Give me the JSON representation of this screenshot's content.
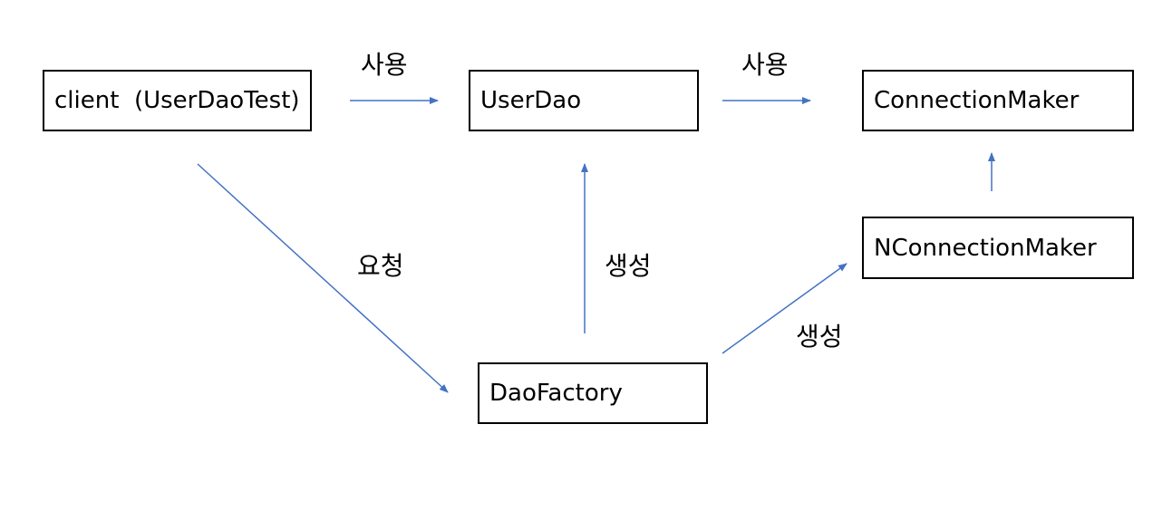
{
  "nodes": {
    "client": "client  (UserDaoTest)",
    "user_dao": "UserDao",
    "connection_maker": "ConnectionMaker",
    "n_connection_maker": "NConnectionMaker",
    "dao_factory": "DaoFactory"
  },
  "edges": {
    "client_to_userdao": "사용",
    "userdao_to_connectionmaker": "사용",
    "client_to_daofactory": "요청",
    "daofactory_to_userdao": "생성",
    "daofactory_to_nconnectionmaker": "생성"
  },
  "colors": {
    "arrow": "#4472C4",
    "box_border": "#000000"
  }
}
